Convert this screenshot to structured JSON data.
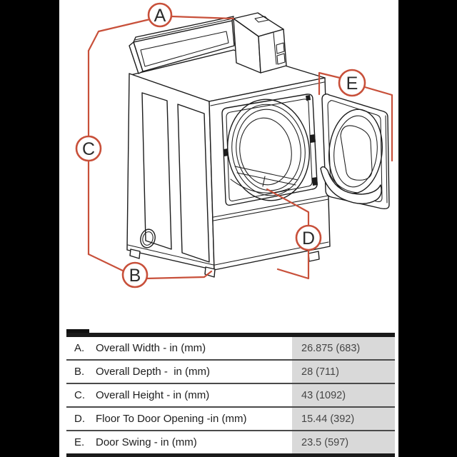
{
  "colors": {
    "accent": "#c8503a",
    "letterbox": "#000000",
    "line_art": "#1c1c1c",
    "table_value_bg": "#d9d9d9"
  },
  "diagram": {
    "description": "Isometric line drawing of a front-load dryer with open door and dimension callouts",
    "callouts": [
      {
        "label": "A"
      },
      {
        "label": "B"
      },
      {
        "label": "C"
      },
      {
        "label": "D"
      },
      {
        "label": "E"
      }
    ]
  },
  "table": {
    "rows": [
      {
        "key": "A.",
        "label": "Overall Width - in (mm)",
        "value": "26.875 (683)"
      },
      {
        "key": "B.",
        "label": "Overall Depth -  in (mm)",
        "value": "28 (711)"
      },
      {
        "key": "C.",
        "label": "Overall Height - in (mm)",
        "value": "43 (1092)"
      },
      {
        "key": "D.",
        "label": "Floor To Door Opening -in (mm)",
        "value": "15.44 (392)"
      },
      {
        "key": "E.",
        "label": "Door Swing - in (mm)",
        "value": "23.5 (597)"
      }
    ]
  }
}
